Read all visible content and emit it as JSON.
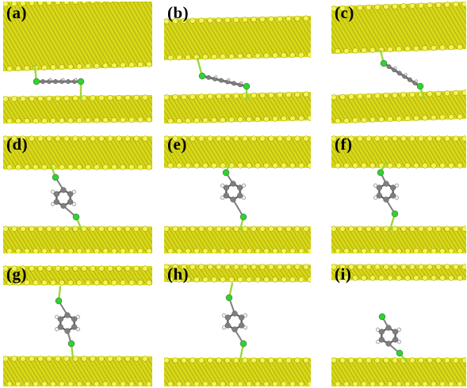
{
  "colors": {
    "slab": "#d8d818",
    "slab_dark": "#8f8f0c",
    "slab_light": "#f4f455",
    "halogen": "#2fd22f",
    "bond": "#9ed83a",
    "carbon": "#7f7f7f",
    "hydrogen": "#f2f2f2",
    "background": "#ffffff"
  },
  "panels": [
    {
      "id": "a",
      "label": "(a)",
      "orientation": "flat"
    },
    {
      "id": "b",
      "label": "(b)",
      "orientation": "tilted"
    },
    {
      "id": "c",
      "label": "(c)",
      "orientation": "steep"
    },
    {
      "id": "d",
      "label": "(d)",
      "orientation": "vertical"
    },
    {
      "id": "e",
      "label": "(e)",
      "orientation": "vertical"
    },
    {
      "id": "f",
      "label": "(f)",
      "orientation": "vertical"
    },
    {
      "id": "g",
      "label": "(g)",
      "orientation": "vertical"
    },
    {
      "id": "h",
      "label": "(h)",
      "orientation": "vertical"
    },
    {
      "id": "i",
      "label": "(i)",
      "orientation": "vertical-detached"
    }
  ]
}
